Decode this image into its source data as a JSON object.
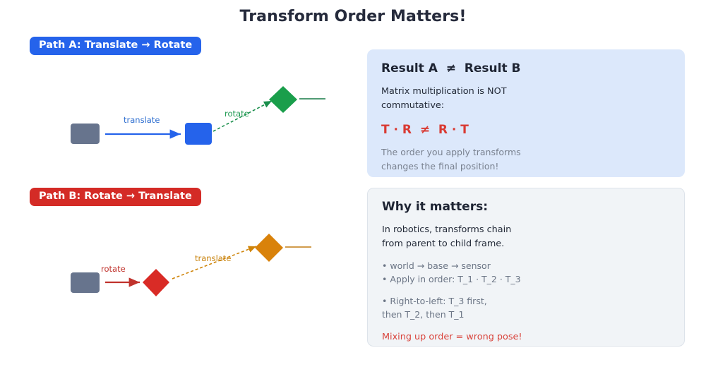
{
  "page": {
    "title": "Transform Order Matters!"
  },
  "paths": {
    "a": {
      "badge_label": "Path A: Translate → Rotate",
      "badge_color": "#2563eb",
      "step1_label": "translate",
      "step1_color": "#2f6fd0",
      "step2_label": "rotate",
      "step2_color": "#1f9a52",
      "start_shape_color": "#67748d",
      "mid_shape_color": "#2563eb",
      "end_shape_color": "#1a9e4b"
    },
    "b": {
      "badge_label": "Path B: Rotate → Translate",
      "badge_color": "#d42b26",
      "step1_label": "rotate",
      "step1_color": "#c0322c",
      "step2_label": "translate",
      "step2_color": "#c8820c",
      "start_shape_color": "#67748d",
      "mid_shape_color": "#d92b26",
      "end_shape_color": "#d9820a"
    }
  },
  "result_panel": {
    "heading": "Result A  ≠  Result B",
    "body": "Matrix multiplication is NOT\ncommutative:",
    "formula": "T · R  ≠  R · T",
    "note": "The order you apply transforms\nchanges the final position!",
    "background": "#dce8fb",
    "formula_color": "#d93a33"
  },
  "why_panel": {
    "heading": "Why it matters:",
    "body": "In robotics, transforms chain\nfrom parent to child frame.",
    "bullets": [
      "• world → base → sensor",
      "• Apply in order: T_1 · T_2 · T_3",
      "• Right-to-left: T_3 first,\n  then T_2, then T_1"
    ],
    "warning": "Mixing up order = wrong pose!",
    "background": "#f1f4f7",
    "warning_color": "#d9443c"
  }
}
